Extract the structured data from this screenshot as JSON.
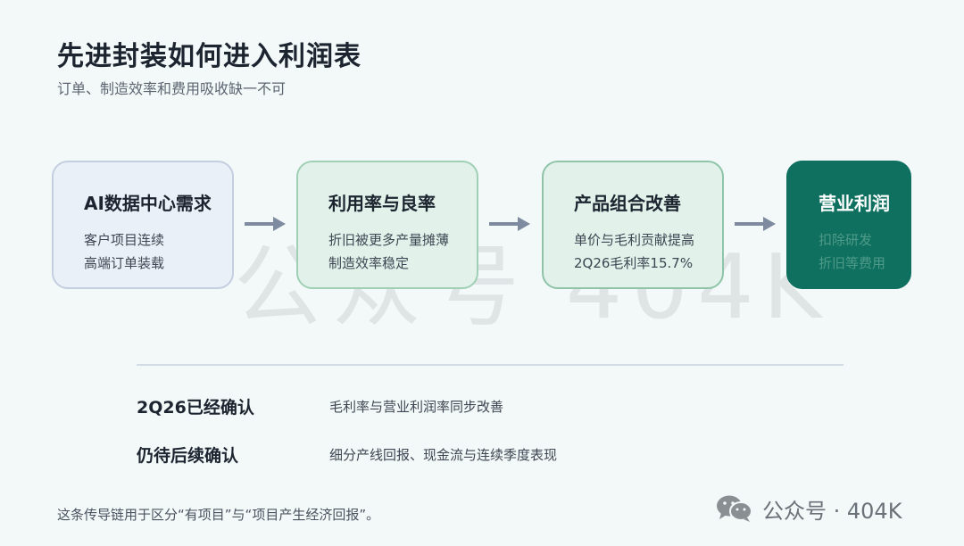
{
  "header": {
    "title": "先进封装如何进入利润表",
    "subtitle": "订单、制造效率和费用吸收缺一不可"
  },
  "watermark": "公众号 404K",
  "chain": [
    {
      "title": "AI数据中心需求",
      "lines": [
        "客户项目连续",
        "高端订单装载"
      ]
    },
    {
      "title": "利用率与良率",
      "lines": [
        "折旧被更多产量摊薄",
        "制造效率稳定"
      ]
    },
    {
      "title": "产品组合改善",
      "lines": [
        "单价与毛利贡献提高",
        "2Q26毛利率15.7%"
      ]
    },
    {
      "title": "营业利润",
      "lines": [
        "扣除研发",
        "折旧等费用"
      ]
    }
  ],
  "status": [
    {
      "label": "2Q26已经确认",
      "value": "毛利率与营业利润率同步改善"
    },
    {
      "label": "仍待后续确认",
      "value": "细分产线回报、现金流与连续季度表现"
    }
  ],
  "footnote": "这条传导链用于区分“有项目”与“项目产生经济回报”。",
  "brand": {
    "text": "公众号 · 404K",
    "icon": "wechat-icon"
  },
  "colors": {
    "accent": "#0f7060",
    "arrow": "#7d8aa0",
    "box_blue": "#eaf0f8",
    "box_green": "#e2f2ea"
  }
}
